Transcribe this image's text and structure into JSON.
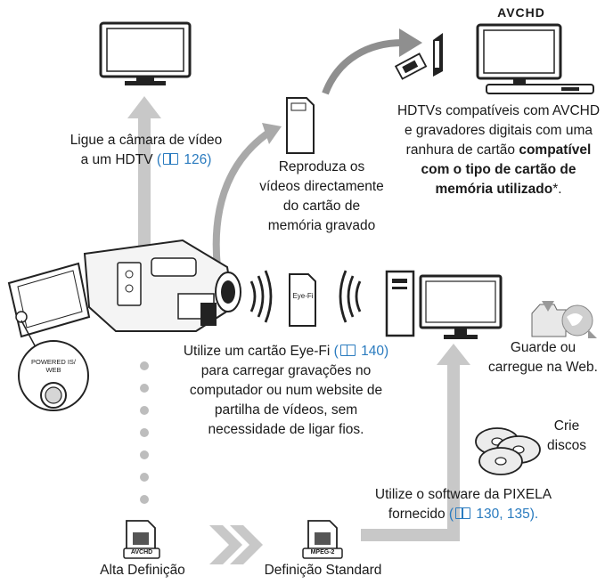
{
  "logo": "AVCHD",
  "hdtv_caption": {
    "line1": "Ligue a câmara de vídeo",
    "line2_pre": "a um HDTV",
    "ref": "( 126)"
  },
  "card_play_caption": {
    "line1": "Reproduza os",
    "line2": "vídeos directamente",
    "line3": "do cartão de",
    "line4": "memória gravado"
  },
  "recorder_caption": {
    "line1": "HDTVs compatíveis com AVCHD",
    "line2": "e gravadores digitais com uma",
    "line3_pre": "ranhura de cartão",
    "line3_bold": "compatível",
    "line4_bold": "com o tipo de cartão de",
    "line5_bold": "memória utilizado",
    "line5_post": "*."
  },
  "eyefi_label": "Eye-Fi",
  "eyefi_caption": {
    "line1_pre": "Utilize um cartão Eye-Fi",
    "line1_ref": "( 140)",
    "line2": "para carregar gravações no",
    "line3": "computador ou num website de",
    "line4": "partilha de vídeos, sem",
    "line5": "necessidade de ligar fios."
  },
  "web_caption": {
    "line1": "Guarde ou",
    "line2": "carregue na Web."
  },
  "disc_caption": {
    "line1": "Crie",
    "line2": "discos"
  },
  "software_caption": {
    "line1": "Utilize o software da PIXELA",
    "line2_pre": "fornecido",
    "ref": "( 130, 135)."
  },
  "button_label": {
    "line1": "POWERED IS/",
    "line2": "WEB"
  },
  "file_icons": [
    {
      "tag": "AVCHD",
      "caption": "Alta Definição"
    },
    {
      "tag": "MPEG-2",
      "caption": "Definição Standard"
    }
  ],
  "colors": {
    "arrow": "#c8c8c8",
    "link": "#2a7bbf",
    "dots": "#bdbdbd"
  }
}
